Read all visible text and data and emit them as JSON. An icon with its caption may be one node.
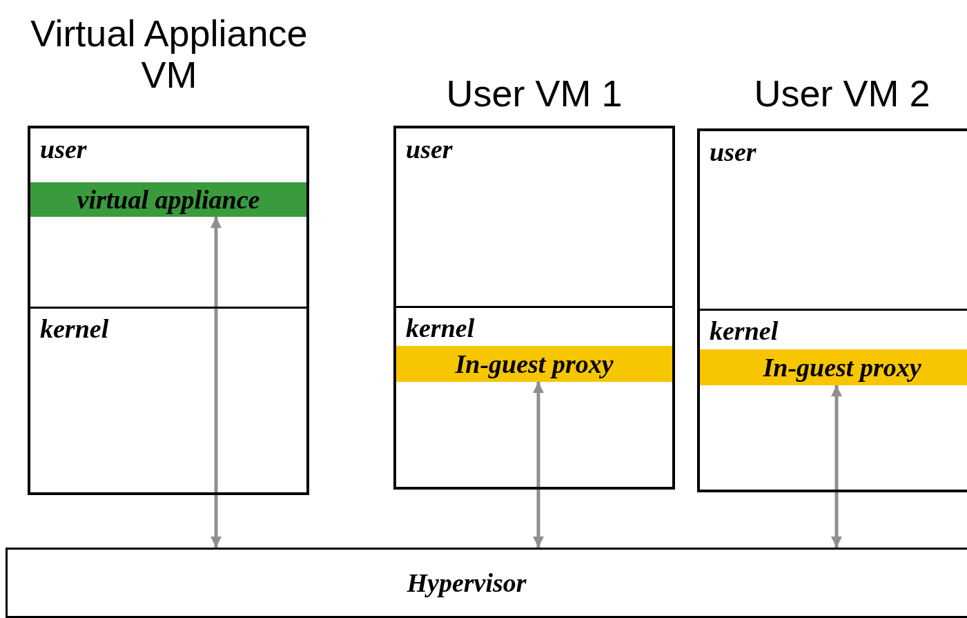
{
  "diagram": {
    "nodes": [
      {
        "text": [
          "Virtual Appliance VM"
        ]
      },
      {
        "text": [
          "virtual appliance"
        ],
        "in": 0
      },
      {
        "text": [
          "User VM 1"
        ]
      },
      {
        "text": [
          "In-guest proxy"
        ],
        "in": 2
      },
      {
        "text": [
          "User VM 2"
        ]
      },
      {
        "text": [
          "In-guest proxy"
        ],
        "in": 4
      },
      {
        "text": [
          "Hypervisor"
        ]
      }
    ],
    "edges": [
      {
        "from": 6,
        "to": 1,
        "arrow": "both"
      },
      {
        "from": 3,
        "to": 6,
        "arrow": "both"
      },
      {
        "from": 5,
        "to": 6,
        "arrow": "both"
      }
    ],
    "labels": [
      "user",
      "user",
      "user",
      "kernel",
      "kernel",
      "kernel"
    ]
  }
}
